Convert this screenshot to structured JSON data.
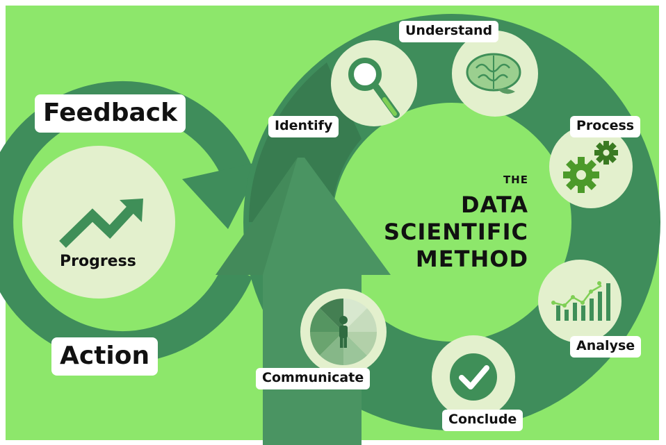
{
  "colors": {
    "background": "#8de76b",
    "dark_green": "#3f8d5b",
    "circle_fill": "#8de76b",
    "icon_bg": "#e3f0cd",
    "icon_dark": "#3f8f58",
    "icon_mid": "#6aa46f",
    "icon_light": "#9bc59a"
  },
  "loop": {
    "feedback_label": "Feedback",
    "action_label": "Action",
    "progress_label": "Progress"
  },
  "title": {
    "line1": "THE",
    "line2": "DATA",
    "line3": "SCIENTIFIC",
    "line4": "METHOD"
  },
  "steps": {
    "identify": {
      "label": "Identify",
      "icon": "magnifier-icon"
    },
    "understand": {
      "label": "Understand",
      "icon": "brain-icon"
    },
    "process": {
      "label": "Process",
      "icon": "gears-icon"
    },
    "analyse": {
      "label": "Analyse",
      "icon": "bar-chart-icon"
    },
    "conclude": {
      "label": "Conclude",
      "icon": "checkmark-icon"
    },
    "communicate": {
      "label": "Communicate",
      "icon": "person-radial-icon"
    }
  }
}
